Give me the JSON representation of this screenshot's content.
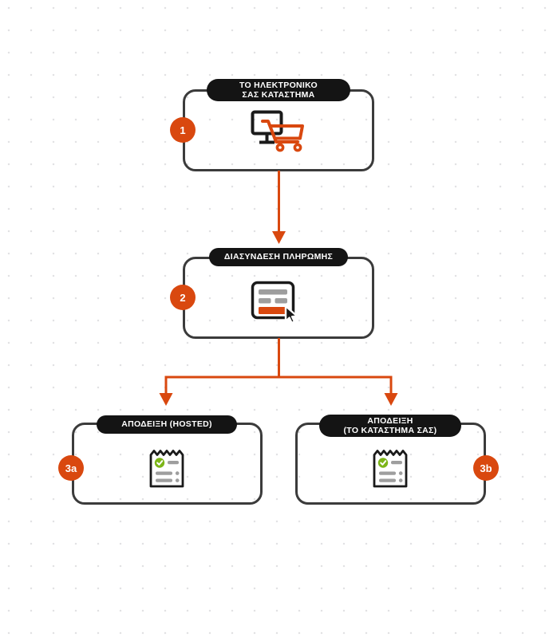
{
  "diagram": {
    "title_semantic": "payment-flow-diagram",
    "language": "el",
    "colors": {
      "accent_orange": "#d9480f",
      "pill_black": "#141414",
      "box_border": "#3b3b3b",
      "grid_dot": "#e2e2e4",
      "check_green": "#7cb518",
      "icon_gray": "#9e9e9e",
      "background": "#ffffff"
    },
    "nodes": [
      {
        "id": "step-1",
        "badge": "1",
        "badge_side": "left",
        "title": "ΤΟ ΗΛΕΚΤΡΟΝΙΚΟ\nΣΑΣ ΚΑΤΑΣΤΗΜΑ",
        "title_lines": [
          "ΤΟ ΗΛΕΚΤΡΟΝΙΚΟ",
          "ΣΑΣ ΚΑΤΑΣΤΗΜΑ"
        ],
        "icon": "monitor-shopping-cart-icon"
      },
      {
        "id": "step-2",
        "badge": "2",
        "badge_side": "left",
        "title": "ΔΙΑΣΥΝΔΕΣΗ ΠΛΗΡΩΜΗΣ",
        "title_lines": [
          "ΔΙΑΣΥΝΔΕΣΗ ΠΛΗΡΩΜΗΣ"
        ],
        "icon": "payment-form-cursor-icon"
      },
      {
        "id": "step-3a",
        "badge": "3a",
        "badge_side": "left",
        "title": "ΑΠΟΔΕΙΞΗ (HOSTED)",
        "title_lines": [
          "ΑΠΟΔΕΙΞΗ (HOSTED)"
        ],
        "icon": "receipt-check-icon"
      },
      {
        "id": "step-3b",
        "badge": "3b",
        "badge_side": "right",
        "title": "ΑΠΟΔΕΙΞΗ\n(ΤΟ ΚΑΤΑΣΤΗΜΑ ΣΑΣ)",
        "title_lines": [
          "ΑΠΟΔΕΙΞΗ",
          "(ΤΟ ΚΑΤΑΣΤΗΜΑ ΣΑΣ)"
        ],
        "icon": "receipt-check-icon"
      }
    ],
    "connectors": [
      {
        "id": "conn-1-2",
        "from": "step-1",
        "to": "step-2",
        "shape": "straight-down-arrow"
      },
      {
        "id": "conn-2-3a",
        "from": "step-2",
        "to": "step-3a",
        "shape": "branch-left-down-arrow"
      },
      {
        "id": "conn-2-3b",
        "from": "step-2",
        "to": "step-3b",
        "shape": "branch-right-down-arrow"
      }
    ]
  }
}
